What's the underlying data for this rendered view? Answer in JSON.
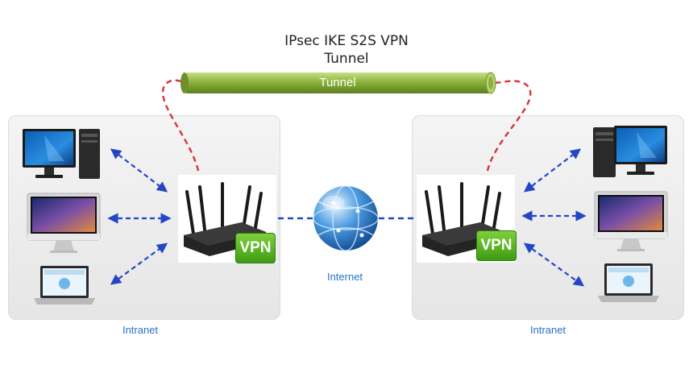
{
  "title": {
    "line1": "IPsec IKE S2S VPN",
    "line2": "Tunnel"
  },
  "tunnel": {
    "label": "Tunnel"
  },
  "internet": {
    "label": "Internet"
  },
  "sites": [
    {
      "caption": "Intranet",
      "router_badge": "VPN"
    },
    {
      "caption": "Intranet",
      "router_badge": "VPN"
    }
  ],
  "colors": {
    "tunnel_green": "#8cb43c",
    "tunnel_link": "#d9333a",
    "lan_link": "#2346c8",
    "caption_blue": "#2a72c9",
    "vpn_badge": "#5bb825"
  },
  "icons": [
    "desktop-tower-icon",
    "imac-icon",
    "laptop-icon",
    "router-icon",
    "globe-icon"
  ]
}
